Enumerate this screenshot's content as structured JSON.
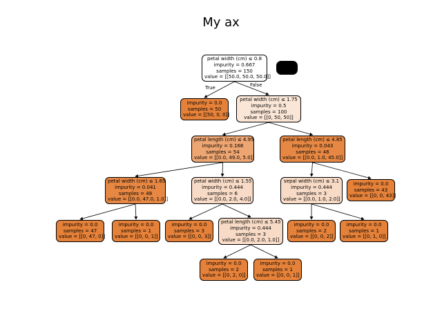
{
  "title": "My ax",
  "edge_labels": {
    "true": "True",
    "false": "False"
  },
  "nodes": [
    {
      "id": "n0",
      "lines": [
        "petal width (cm) ≤ 0.8",
        "impurity = 0.667",
        "samples = 150",
        "value = [[50.0, 50.0, 50.0]]"
      ],
      "fill": "#ffffff"
    },
    {
      "id": "n1",
      "lines": [
        "impurity = 0.0",
        "samples = 50",
        "value = [[50, 0, 0]]"
      ],
      "fill": "#e58139"
    },
    {
      "id": "n2",
      "lines": [
        "petal width (cm) ≤ 1.75",
        "impurity = 0.5",
        "samples = 100",
        "value = [[0, 50, 50]]"
      ],
      "fill": "#fae6d7"
    },
    {
      "id": "n3",
      "lines": [
        "petal length (cm) ≤ 4.95",
        "impurity = 0.168",
        "samples = 54",
        "value = [[0.0, 49.0, 5.0]]"
      ],
      "fill": "#eda571"
    },
    {
      "id": "n4",
      "lines": [
        "petal length (cm) ≤ 4.85",
        "impurity = 0.043",
        "samples = 46",
        "value = [[0.0, 1.0, 45.0]]"
      ],
      "fill": "#e68844"
    },
    {
      "id": "n5",
      "lines": [
        "petal width (cm) ≤ 1.65",
        "impurity = 0.041",
        "samples = 48",
        "value = [[0.0, 47.0, 1.0]]"
      ],
      "fill": "#e68743"
    },
    {
      "id": "n6",
      "lines": [
        "petal width (cm) ≤ 1.55",
        "impurity = 0.444",
        "samples = 6",
        "value = [[0.0, 2.0, 4.0]]"
      ],
      "fill": "#f8dbc6"
    },
    {
      "id": "n7",
      "lines": [
        "sepal width (cm) ≤ 3.1",
        "impurity = 0.444",
        "samples = 3",
        "value = [[0.0, 1.0, 2.0]]"
      ],
      "fill": "#f8dbc6"
    },
    {
      "id": "n8",
      "lines": [
        "impurity = 0.0",
        "samples = 43",
        "value = [[0, 0, 43]]"
      ],
      "fill": "#e58139"
    },
    {
      "id": "n9",
      "lines": [
        "impurity = 0.0",
        "samples = 47",
        "value = [[0, 47, 0]]"
      ],
      "fill": "#e58139"
    },
    {
      "id": "n10",
      "lines": [
        "impurity = 0.0",
        "samples = 1",
        "value = [[0, 0, 1]]"
      ],
      "fill": "#e58139"
    },
    {
      "id": "n11",
      "lines": [
        "impurity = 0.0",
        "samples = 3",
        "value = [[0, 0, 3]]"
      ],
      "fill": "#e58139"
    },
    {
      "id": "n12",
      "lines": [
        "petal length (cm) ≤ 5.45",
        "impurity = 0.444",
        "samples = 3",
        "value = [[0.0, 2.0, 1.0]]"
      ],
      "fill": "#f8dbc6"
    },
    {
      "id": "n13",
      "lines": [
        "impurity = 0.0",
        "samples = 2",
        "value = [[0, 0, 2]]"
      ],
      "fill": "#e58139"
    },
    {
      "id": "n14",
      "lines": [
        "impurity = 0.0",
        "samples = 1",
        "value = [[0, 1, 0]]"
      ],
      "fill": "#e58139"
    },
    {
      "id": "n15",
      "lines": [
        "impurity = 0.0",
        "samples = 2",
        "value = [[0, 2, 0]]"
      ],
      "fill": "#e58139"
    },
    {
      "id": "n16",
      "lines": [
        "impurity = 0.0",
        "samples = 1",
        "value = [[0, 0, 1]]"
      ],
      "fill": "#e58139"
    }
  ],
  "edges": [
    [
      "n0",
      "n1"
    ],
    [
      "n0",
      "n2"
    ],
    [
      "n2",
      "n3"
    ],
    [
      "n2",
      "n4"
    ],
    [
      "n3",
      "n5"
    ],
    [
      "n3",
      "n6"
    ],
    [
      "n4",
      "n7"
    ],
    [
      "n4",
      "n8"
    ],
    [
      "n5",
      "n9"
    ],
    [
      "n5",
      "n10"
    ],
    [
      "n6",
      "n11"
    ],
    [
      "n6",
      "n12"
    ],
    [
      "n7",
      "n13"
    ],
    [
      "n7",
      "n14"
    ],
    [
      "n12",
      "n15"
    ],
    [
      "n12",
      "n16"
    ]
  ]
}
